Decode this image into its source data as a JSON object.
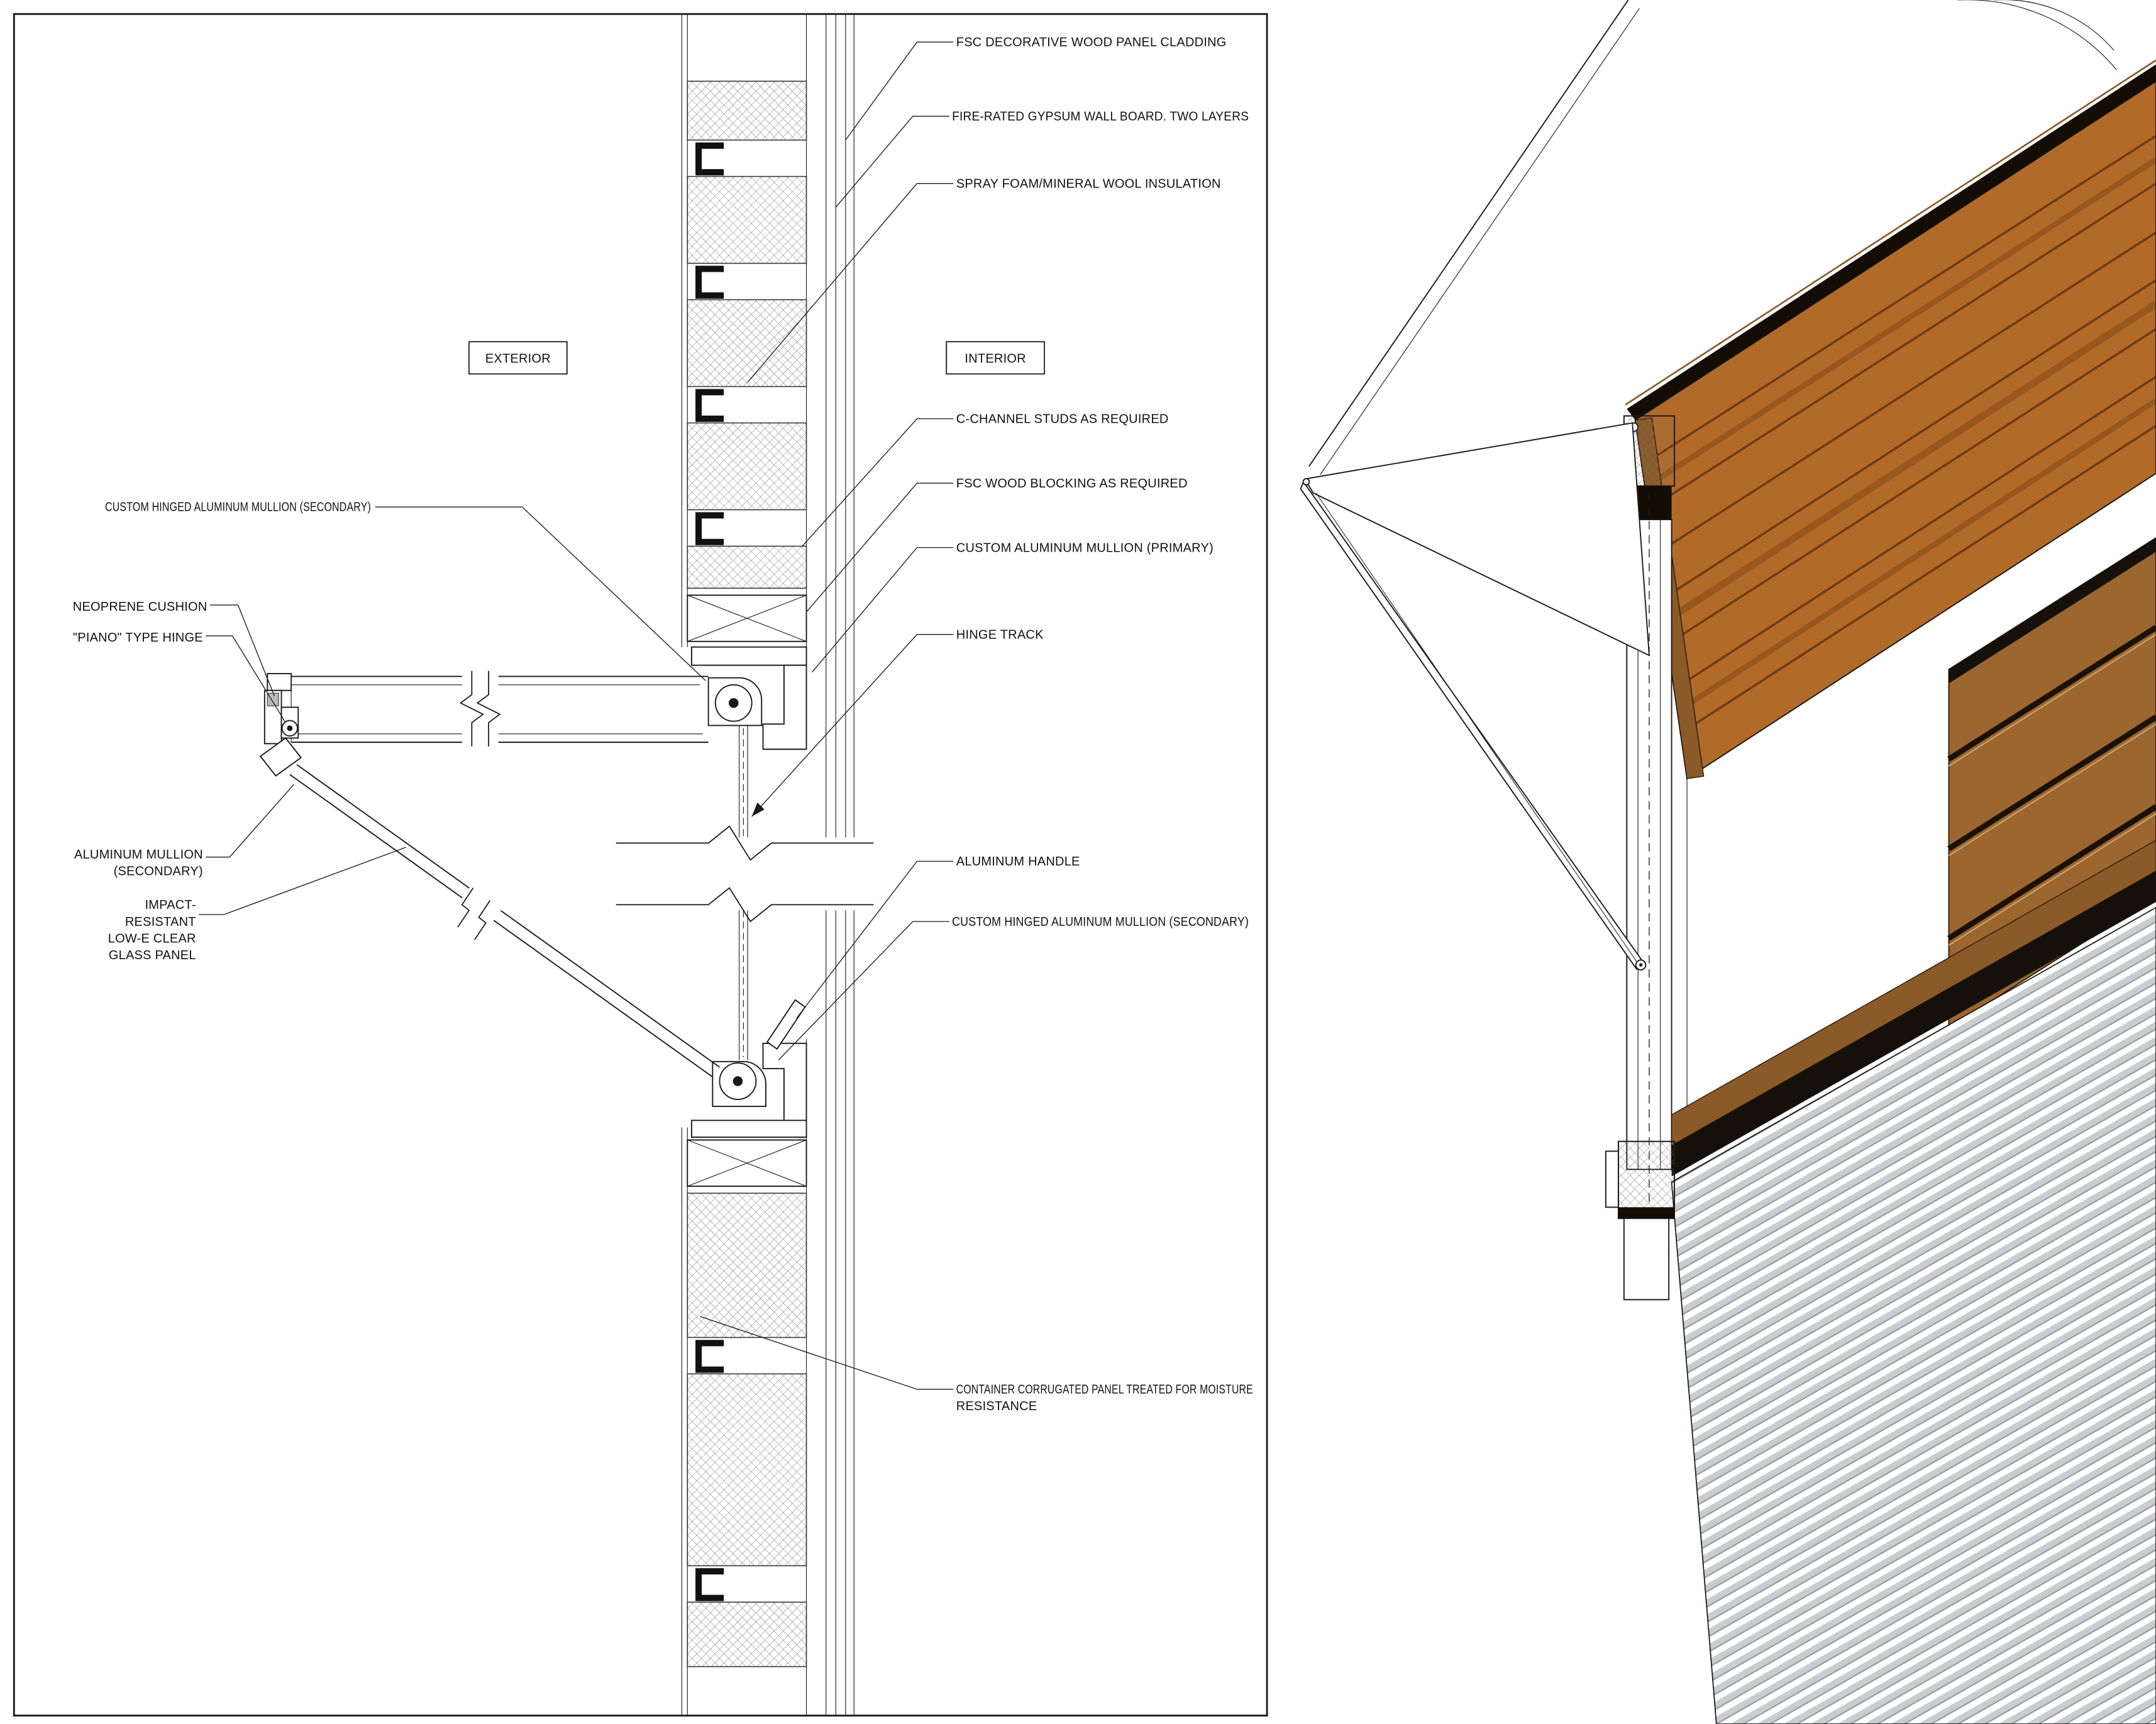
{
  "meta": {
    "drawing_type": "Architectural detail drawing - hinged glass panel in container wall section with axonometric view"
  },
  "zones": {
    "exterior": "EXTERIOR",
    "interior": "INTERIOR"
  },
  "right_callouts": {
    "cladding": "FSC DECORATIVE WOOD PANEL CLADDING",
    "gypsum": "FIRE-RATED GYPSUM WALL BOARD. TWO LAYERS",
    "insulation": "SPRAY FOAM/MINERAL WOOL INSULATION",
    "studs": "C-CHANNEL STUDS AS REQUIRED",
    "blocking": "FSC WOOD BLOCKING AS REQUIRED",
    "mullion_primary": "CUSTOM ALUMINUM MULLION (PRIMARY)",
    "hinge_track": "HINGE TRACK",
    "handle": "ALUMINUM HANDLE",
    "mullion_hinged": "CUSTOM HINGED ALUMINUM MULLION (SECONDARY)",
    "corrugated_1": "CONTAINER CORRUGATED PANEL TREATED FOR MOISTURE",
    "corrugated_2": "RESISTANCE"
  },
  "left_callouts": {
    "mullion_hinged": "CUSTOM HINGED ALUMINUM MULLION (SECONDARY)",
    "neoprene": "NEOPRENE CUSHION",
    "piano_hinge": "\"PIANO\" TYPE HINGE",
    "mullion_secondary_1": "ALUMINUM MULLION",
    "mullion_secondary_2": "(SECONDARY)",
    "glass_1": "IMPACT-",
    "glass_2": "RESISTANT",
    "glass_3": "LOW-E CLEAR",
    "glass_4": "GLASS PANEL"
  },
  "colors": {
    "line": "#1a1a1a",
    "wood_ceiling": "#b16a28",
    "wood_wall": "#9c6630",
    "wood_dark": "#5f3208",
    "shadow_black": "#140d06",
    "sill_brown": "#8a5a28",
    "floor_grey": "#c9cdd0"
  }
}
